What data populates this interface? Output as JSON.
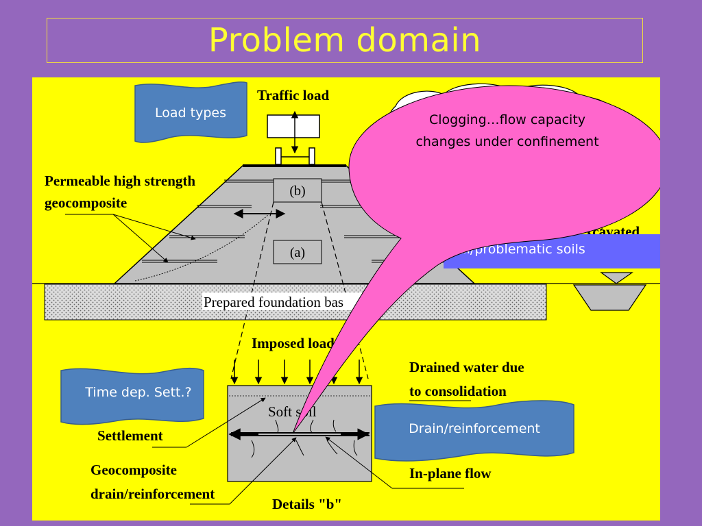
{
  "slide": {
    "title": "Problem domain"
  },
  "diagram": {
    "labels": {
      "traffic_load": "Traffic load",
      "permeable_line1": "Permeable high strength",
      "permeable_line2": "geocomposite",
      "detail_b": "(b)",
      "detail_a": "(a)",
      "prepared_foundation": "Prepared foundation bas",
      "local_soils": "ocal soils being excavated",
      "imposed_load": "Imposed load",
      "drained_line1": "Drained  water due",
      "drained_line2": "to consolidation",
      "soft_soil": "Soft soil",
      "settlement": "Settlement",
      "geocomposite_line1": "Geocomposite",
      "geocomposite_line2": "drain/reinforcement",
      "in_plane_flow": "In-plane flow",
      "details_b": "Details \"b\""
    },
    "callouts": {
      "load_types": "Load types",
      "clogging_line1": "Clogging…flow capacity",
      "clogging_line2": "changes under confinement",
      "problematic_soils": "al/problematic soils",
      "time_dep": "Time dep. Sett.?",
      "drain_reinforcement": "Drain/reinforcement"
    },
    "colors": {
      "background": "#9467bd",
      "title": "#ffff33",
      "panel": "#ffff00",
      "callout_blue": "#4f81bd",
      "callout_pink": "#ff66cc",
      "banner": "#6666ff",
      "soil_gray": "#c0c0c0"
    }
  }
}
